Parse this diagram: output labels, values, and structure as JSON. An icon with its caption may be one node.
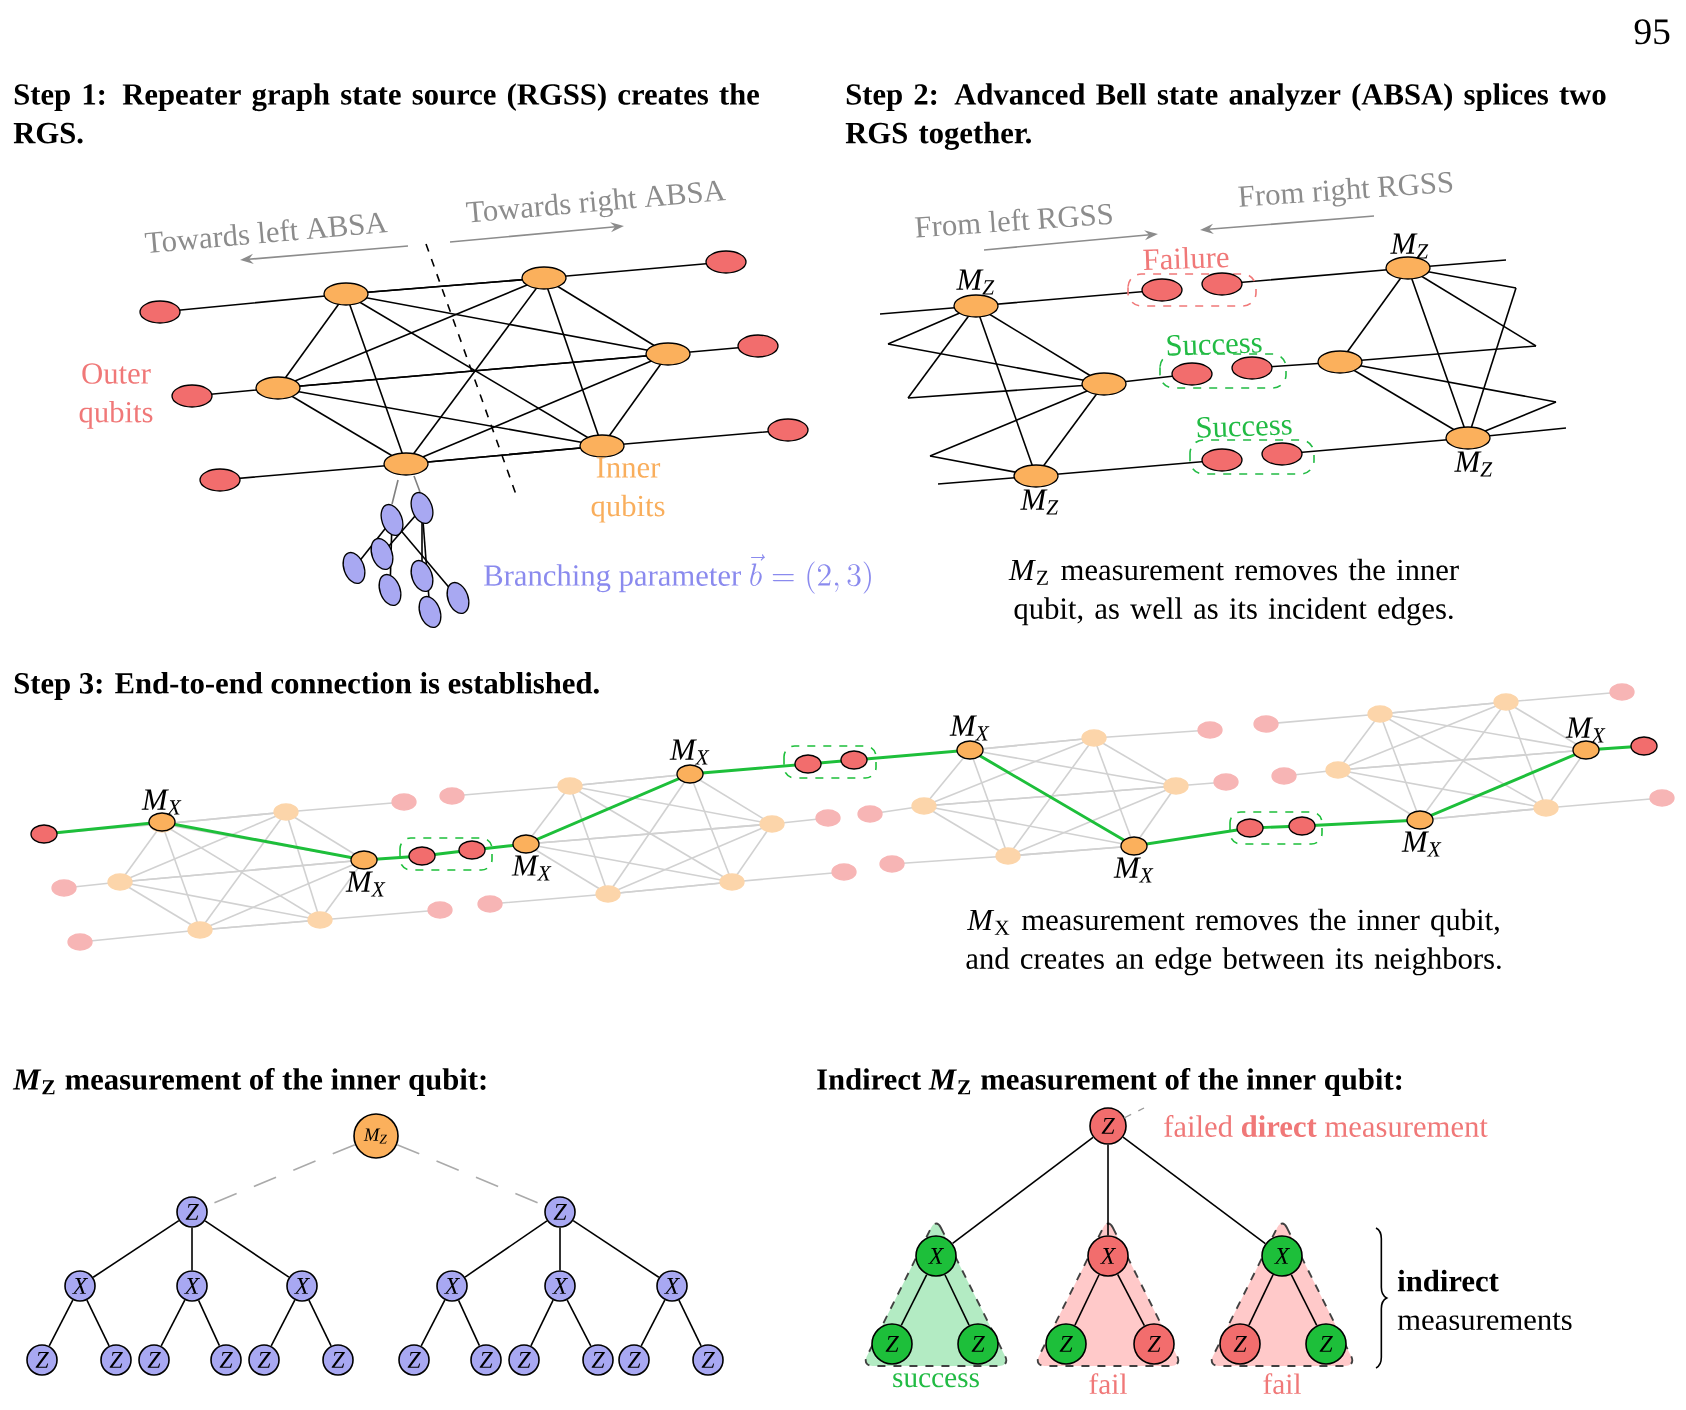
{
  "diagram": {
    "nodes": [
      {
        "text": [
          "M$_{Z}$"
        ]
      },
      {
        "text": [
          "Z"
        ]
      },
      {
        "text": [
          "Z"
        ]
      },
      {
        "text": [
          "X"
        ]
      },
      {
        "text": [
          "X"
        ]
      },
      {
        "text": [
          "X"
        ]
      },
      {
        "text": [
          "X"
        ]
      },
      {
        "text": [
          "X"
        ]
      },
      {
        "text": [
          "X"
        ]
      },
      {
        "text": [
          "Z"
        ]
      },
      {
        "text": [
          "Z"
        ]
      },
      {
        "text": [
          "Z"
        ]
      },
      {
        "text": [
          "Z"
        ]
      },
      {
        "text": [
          "Z"
        ]
      },
      {
        "text": [
          "Z"
        ]
      },
      {
        "text": [
          "Z"
        ]
      },
      {
        "text": [
          "Z"
        ]
      },
      {
        "text": [
          "Z"
        ]
      },
      {
        "text": [
          "Z"
        ]
      },
      {
        "text": [
          "Z"
        ]
      },
      {
        "text": [
          "Z"
        ]
      },
      {
        "text": [
          "Z"
        ],
        "beside": [
          "failed **direct** measurement"
        ]
      },
      {
        "text": [],
        "shape": "triangle",
        "beside": [
          "success"
        ]
      },
      {
        "text": [],
        "shape": "triangle",
        "beside": [
          "fail"
        ]
      },
      {
        "text": [],
        "shape": "triangle",
        "beside": [
          "fail"
        ]
      },
      {
        "text": [
          "X"
        ],
        "in": 22
      },
      {
        "text": [
          "X"
        ],
        "in": 23
      },
      {
        "text": [
          "X"
        ],
        "in": 24
      },
      {
        "text": [
          "Z"
        ],
        "in": 22
      },
      {
        "text": [
          "Z"
        ],
        "in": 22
      },
      {
        "text": [
          "Z"
        ],
        "in": 23
      },
      {
        "text": [
          "Z"
        ],
        "in": 23
      },
      {
        "text": [
          "Z"
        ],
        "in": 24
      },
      {
        "text": [
          "Z"
        ],
        "in": 24
      }
    ],
    "edges": [
      {
        "from": 0,
        "to": 1,
        "arrow": "none",
        "style": "dashed",
        "color": "#aaaaaa"
      },
      {
        "from": 0,
        "to": 2,
        "arrow": "none",
        "style": "dashed",
        "color": "#aaaaaa"
      },
      {
        "from": 1,
        "to": 3,
        "arrow": "none"
      },
      {
        "from": 1,
        "to": 4,
        "arrow": "none"
      },
      {
        "from": 1,
        "to": 5,
        "arrow": "none"
      },
      {
        "from": 2,
        "to": 6,
        "arrow": "none"
      },
      {
        "from": 2,
        "to": 7,
        "arrow": "none"
      },
      {
        "from": 2,
        "to": 8,
        "arrow": "none"
      },
      {
        "from": 3,
        "to": 9,
        "arrow": "none"
      },
      {
        "from": 3,
        "to": 10,
        "arrow": "none"
      },
      {
        "from": 4,
        "to": 11,
        "arrow": "none"
      },
      {
        "from": 4,
        "to": 12,
        "arrow": "none"
      },
      {
        "from": 5,
        "to": 13,
        "arrow": "none"
      },
      {
        "from": 5,
        "to": 14,
        "arrow": "none"
      },
      {
        "from": 6,
        "to": 15,
        "arrow": "none"
      },
      {
        "from": 6,
        "to": 16,
        "arrow": "none"
      },
      {
        "from": 7,
        "to": 17,
        "arrow": "none"
      },
      {
        "from": 7,
        "to": 18,
        "arrow": "none"
      },
      {
        "from": 8,
        "to": 19,
        "arrow": "none"
      },
      {
        "from": 8,
        "to": 20,
        "arrow": "none"
      },
      {
        "from": 21,
        "to": 25,
        "arrow": "none"
      },
      {
        "from": 21,
        "to": 26,
        "arrow": "none"
      },
      {
        "from": 21,
        "to": 27,
        "arrow": "none"
      },
      {
        "from": 25,
        "to": 28,
        "arrow": "none"
      },
      {
        "from": 25,
        "to": 29,
        "arrow": "none"
      },
      {
        "from": 26,
        "to": 30,
        "arrow": "none"
      },
      {
        "from": 26,
        "to": 31,
        "arrow": "none"
      },
      {
        "from": 27,
        "to": 32,
        "arrow": "none"
      },
      {
        "from": 27,
        "to": 33,
        "arrow": "none"
      }
    ],
    "labels": [
      "95",
      "Step 1: Repeater graph state source (RGSS) creates the RGS.",
      "Step 2: Advanced Bell state analyzer (ABSA) splices two RGS together.",
      "Towards left ABSA",
      "Towards right ABSA",
      "From left RGSS",
      "From right RGSS",
      "Failure",
      "M$_{Z}$",
      "M$_{Z}$",
      "Outer qubits",
      "Success",
      "Success",
      "Inner qubits",
      "M$_{Z}$",
      "M$_{Z}$",
      "\\text{Branching parameter } \\vec{b} = (2,3)",
      "*M*$_{Z}$ measurement removes the inner qubit, as well as its incident edges.",
      "Step 3: End-to-end connection is established.",
      "M$_{X}$",
      "M$_{X}$",
      "M$_{X}$",
      "M$_{X}$",
      "M$_{X}$",
      "M$_{X}$",
      "M$_{X}$",
      "M$_{X}$",
      "*M*$_{X}$ measurement removes the inner qubit, and creates an edge between its neighbors.",
      "*M*$_{Z}$ measurement of the inner qubit:",
      "Indirect *M*$_{Z}$ measurement of the inner qubit:",
      "**indirect** measurements"
    ]
  }
}
